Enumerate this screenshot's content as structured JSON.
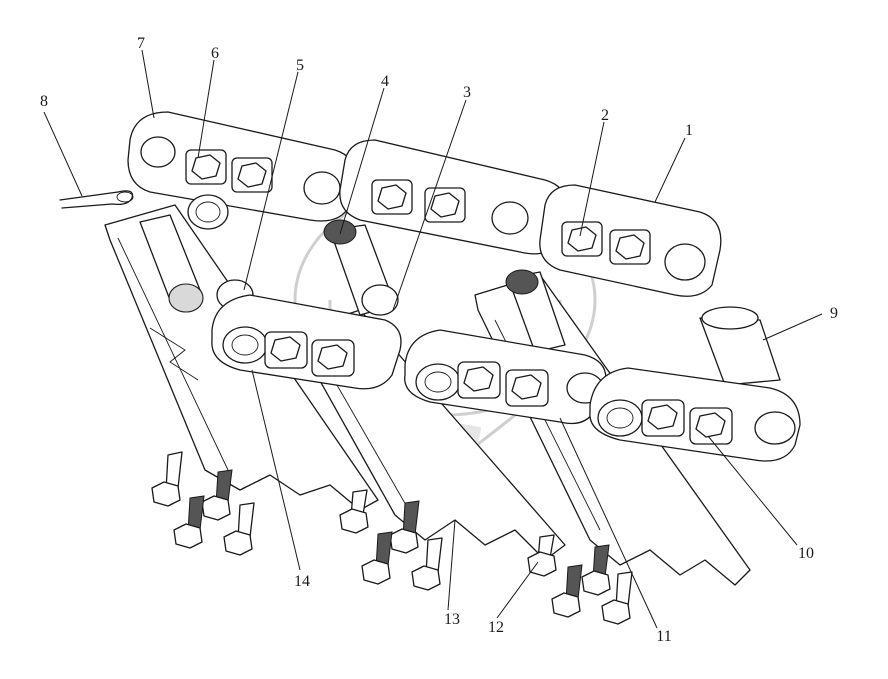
{
  "diagram": {
    "callouts": [
      {
        "id": "c1",
        "label": "1"
      },
      {
        "id": "c2",
        "label": "2"
      },
      {
        "id": "c3",
        "label": "3"
      },
      {
        "id": "c4",
        "label": "4"
      },
      {
        "id": "c5",
        "label": "5"
      },
      {
        "id": "c6",
        "label": "6"
      },
      {
        "id": "c7",
        "label": "7"
      },
      {
        "id": "c8",
        "label": "8"
      },
      {
        "id": "c9",
        "label": "9"
      },
      {
        "id": "c10",
        "label": "10"
      },
      {
        "id": "c11",
        "label": "11"
      },
      {
        "id": "c12",
        "label": "12"
      },
      {
        "id": "c13",
        "label": "13"
      },
      {
        "id": "c14",
        "label": "14"
      }
    ],
    "watermark": "logo"
  },
  "colors": {
    "line": "#1a1a1a",
    "watermark": "#cfcfcf",
    "background": "#ffffff"
  }
}
